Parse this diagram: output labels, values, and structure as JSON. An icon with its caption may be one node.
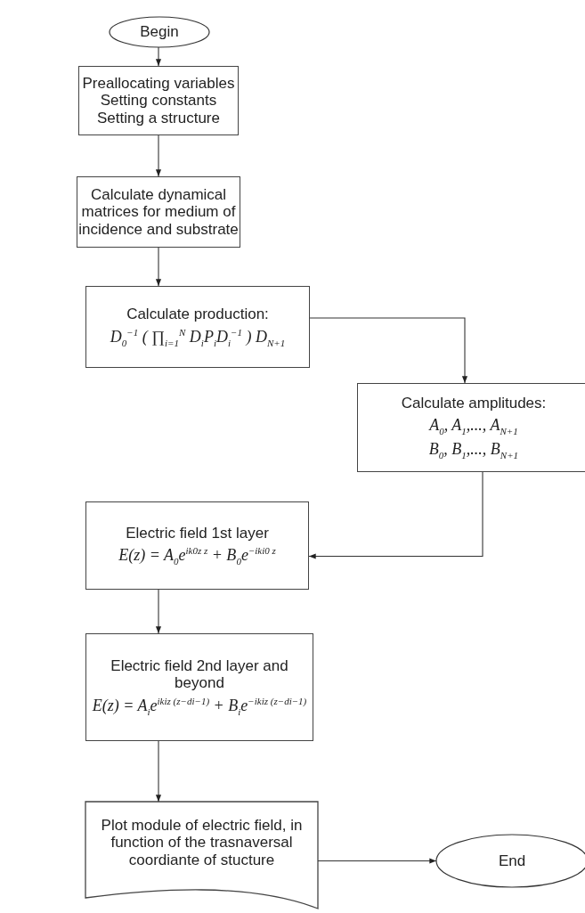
{
  "diagram": {
    "nodes": [
      {
        "text": [
          "Begin"
        ]
      },
      {
        "text": [
          "Preallocating variables Setting constants Setting a structure"
        ]
      },
      {
        "text": [
          "Calculate dynamical matrices for medium of incidence and substrate"
        ]
      },
      {
        "text": [
          "Calculate production:",
          "D$_{0}$$^{−1}$ ( ∏$_{i=1}$$^{N}$ D$_{i}$P$_{i}$D$_{i}$$^{−1}$ ) D$_{N+1}$"
        ]
      },
      {
        "text": [
          "Calculate amplitudes:",
          "A$_{0}$, A$_{1}$,..., A$_{N+1}$",
          "B$_{0}$, B$_{1}$,..., B$_{N+1}$"
        ]
      },
      {
        "text": [
          "Electric field 1st layer",
          "E(z) = A$_{0}$e$^{ik0z z}$ + B$_{0}$e$^{−iki0 z}$"
        ]
      },
      {
        "text": [
          "Electric field 2nd layer and beyond",
          "E(z) = A$_{i}$e$^{ikiz (z−di−1)}$ + B$_{i}$e$^{−ikiz (z−di−1)}$"
        ]
      },
      {
        "text": [
          "Plot module of electric field, in function of the trasnaversal coordiante of stucture"
        ]
      },
      {
        "text": [
          "End"
        ]
      }
    ],
    "edges": [
      {
        "from": 0,
        "to": 1,
        "arrow": "to"
      },
      {
        "from": 1,
        "to": 2,
        "arrow": "to"
      },
      {
        "from": 2,
        "to": 3,
        "arrow": "to"
      },
      {
        "from": 3,
        "to": 4,
        "arrow": "to"
      },
      {
        "from": 4,
        "to": 5,
        "arrow": "to"
      },
      {
        "from": 5,
        "to": 6,
        "arrow": "to"
      },
      {
        "from": 6,
        "to": 7,
        "arrow": "to"
      },
      {
        "from": 7,
        "to": 8,
        "arrow": "to"
      }
    ]
  }
}
